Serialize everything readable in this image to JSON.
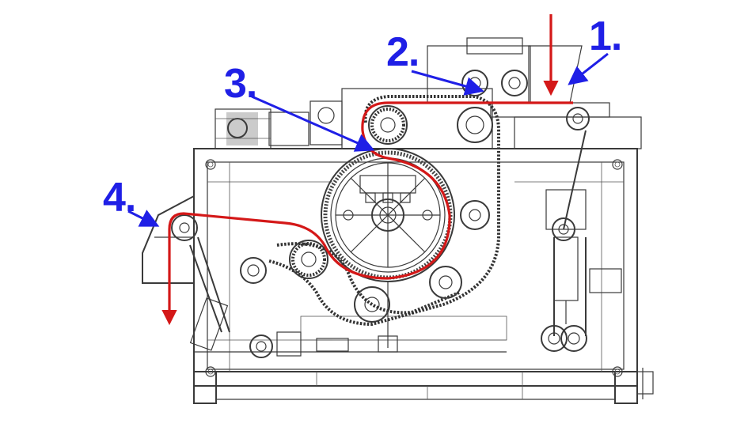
{
  "callouts": [
    {
      "id": "1",
      "label": "1."
    },
    {
      "id": "2",
      "label": "2."
    },
    {
      "id": "3",
      "label": "3."
    },
    {
      "id": "4",
      "label": "4."
    }
  ],
  "colors": {
    "callout": "#1f1fe6",
    "material_path": "#d41818",
    "linework": "#3a3a3a"
  },
  "icons": [
    "arrow-down-icon",
    "arrow-pointer-icon"
  ]
}
